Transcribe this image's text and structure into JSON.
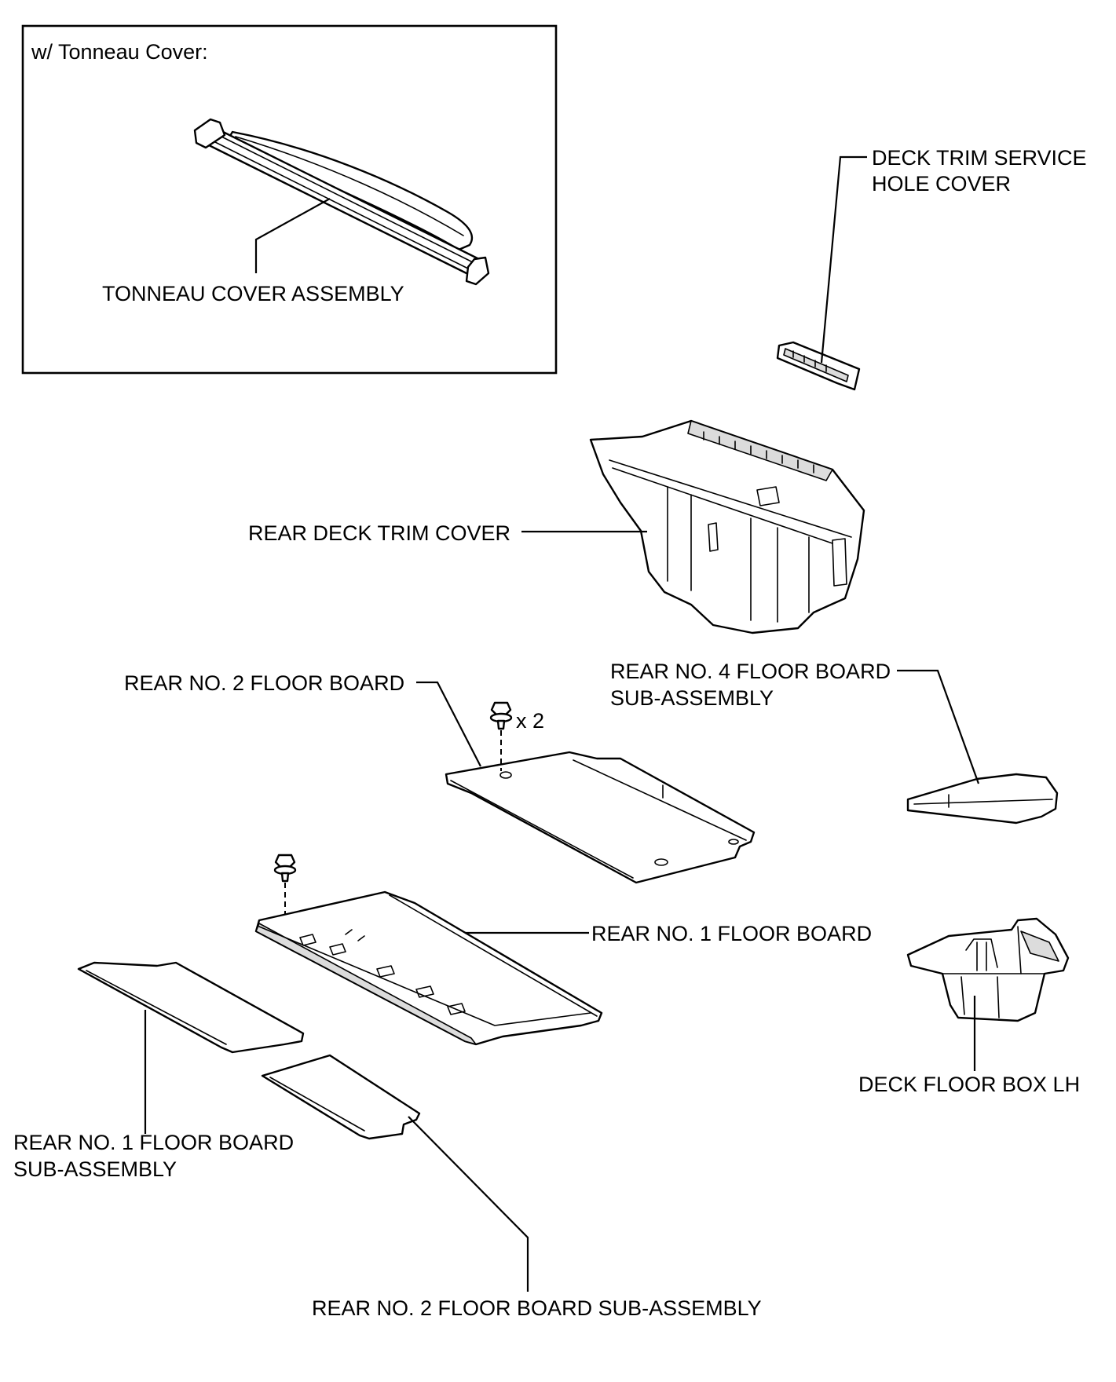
{
  "inset": {
    "title": "w/ Tonneau Cover:",
    "tonneau_cover_label": "TONNEAU COVER ASSEMBLY"
  },
  "labels": {
    "deck_trim_service_hole_cover": [
      "DECK TRIM SERVICE",
      "HOLE COVER"
    ],
    "rear_deck_trim_cover": "REAR DECK TRIM COVER",
    "rear_no2_floor_board": "REAR NO. 2 FLOOR BOARD",
    "fastener_qty": "x 2",
    "rear_no4_floor_board_subassembly": [
      "REAR NO. 4 FLOOR BOARD",
      "SUB-ASSEMBLY"
    ],
    "rear_no1_floor_board": "REAR NO. 1 FLOOR BOARD",
    "deck_floor_box_lh": "DECK FLOOR BOX LH",
    "rear_no1_floor_board_subassembly": [
      "REAR NO. 1 FLOOR BOARD",
      "SUB-ASSEMBLY"
    ],
    "rear_no2_floor_board_subassembly": "REAR NO. 2 FLOOR BOARD SUB-ASSEMBLY"
  }
}
